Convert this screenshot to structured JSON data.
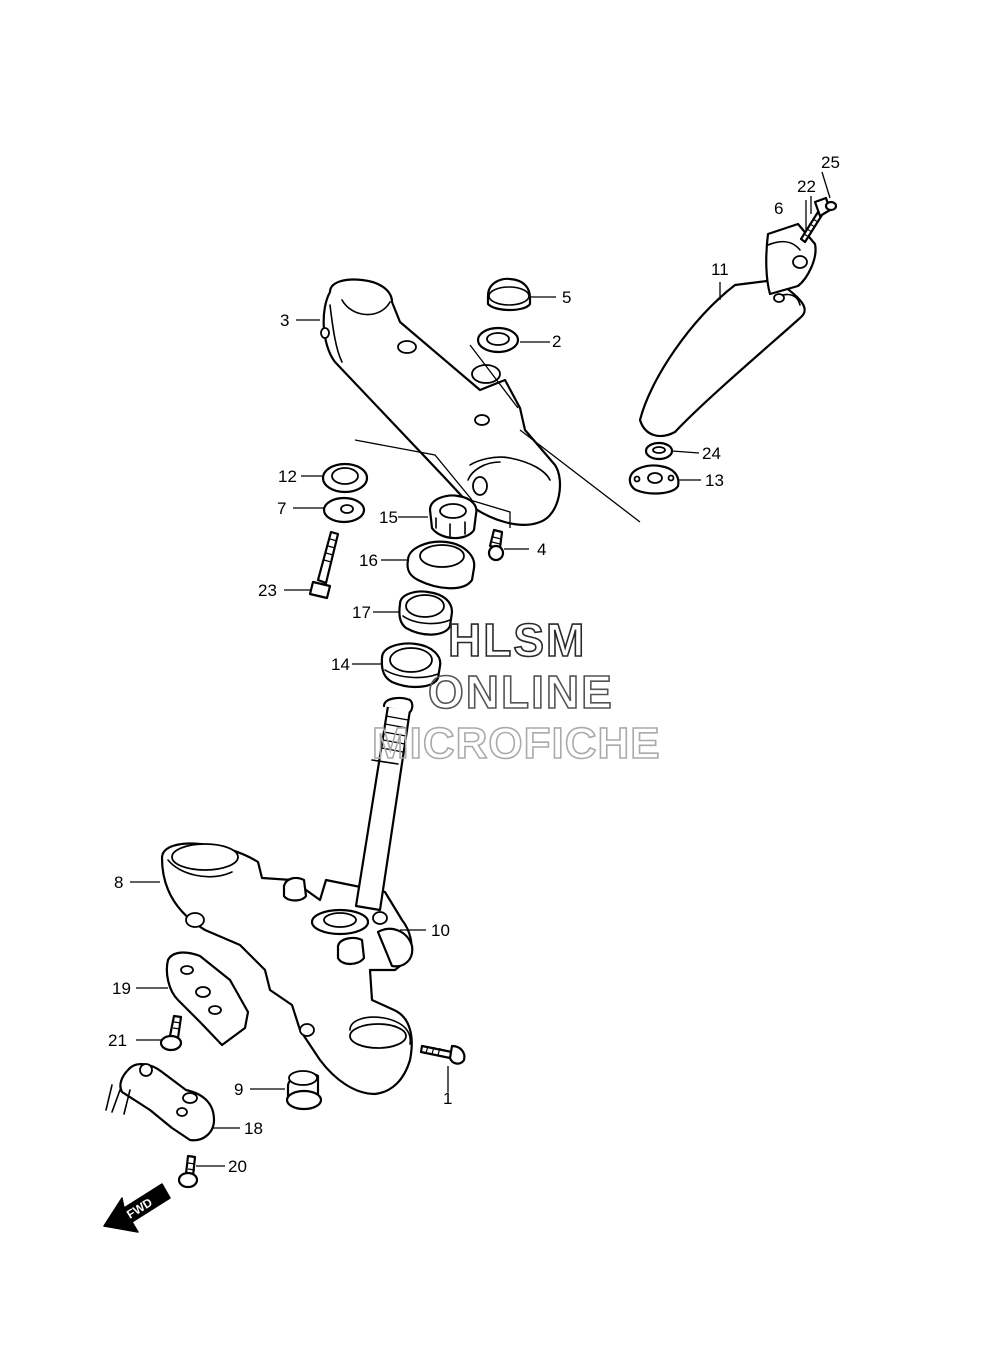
{
  "callouts": {
    "c1": "1",
    "c2": "2",
    "c3": "3",
    "c4": "4",
    "c5": "5",
    "c6": "6",
    "c7": "7",
    "c8": "8",
    "c9": "9",
    "c10": "10",
    "c11": "11",
    "c12": "12",
    "c13": "13",
    "c14": "14",
    "c15": "15",
    "c16": "16",
    "c17": "17",
    "c18": "18",
    "c19": "19",
    "c20": "20",
    "c21": "21",
    "c22": "22",
    "c23": "23",
    "c24": "24",
    "c25": "25"
  },
  "watermark": {
    "line1": "HLSM",
    "line2": "ONLINE",
    "line3": "MICROFICHE"
  },
  "fwd_label": "FWD"
}
